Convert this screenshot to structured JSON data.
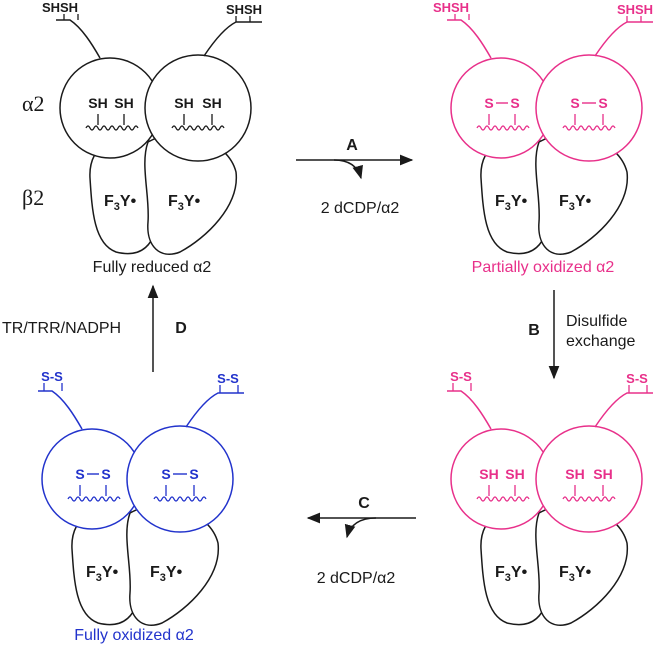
{
  "colors": {
    "reduced": "#1a1a1a",
    "partial": "#e8308a",
    "oxidized": "#2233cc",
    "beta": "#1a1a1a",
    "arrow": "#1a1a1a"
  },
  "subunit_labels": {
    "alpha": "α2",
    "beta": "β2"
  },
  "states": [
    {
      "id": "fully-reduced",
      "label": "Fully reduced α2",
      "color_key": "reduced",
      "label_color_key": "reduced",
      "tail_text": "SHSH",
      "tail_kind": "sh",
      "inner_left": "SH",
      "inner_right": "SH",
      "inner_kind": "sh"
    },
    {
      "id": "partially-oxidized",
      "label": "Partially oxidized α2",
      "color_key": "partial",
      "label_color_key": "partial",
      "tail_text": "SHSH",
      "tail_kind": "sh",
      "inner_left": "S",
      "inner_right": "S",
      "inner_kind": "ss"
    },
    {
      "id": "exchanged",
      "label": "",
      "color_key": "partial",
      "label_color_key": "partial",
      "tail_text": "S-S",
      "tail_kind": "ss",
      "inner_left": "SH",
      "inner_right": "SH",
      "inner_kind": "sh"
    },
    {
      "id": "fully-oxidized",
      "label": "Fully oxidized α2",
      "color_key": "oxidized",
      "label_color_key": "oxidized",
      "tail_text": "S-S",
      "tail_kind": "ss",
      "inner_left": "S",
      "inner_right": "S",
      "inner_kind": "ss"
    }
  ],
  "radical": {
    "main": "F",
    "sub": "3",
    "rest": "Y•"
  },
  "steps": [
    {
      "id": "A",
      "letter": "A",
      "product": "2 dCDP/α2",
      "note": ""
    },
    {
      "id": "B",
      "letter": "B",
      "product": "",
      "note": "Disulfide\nexchange"
    },
    {
      "id": "C",
      "letter": "C",
      "product": "2 dCDP/α2",
      "note": ""
    },
    {
      "id": "D",
      "letter": "D",
      "product": "",
      "note": "TR/TRR/NADPH"
    }
  ]
}
